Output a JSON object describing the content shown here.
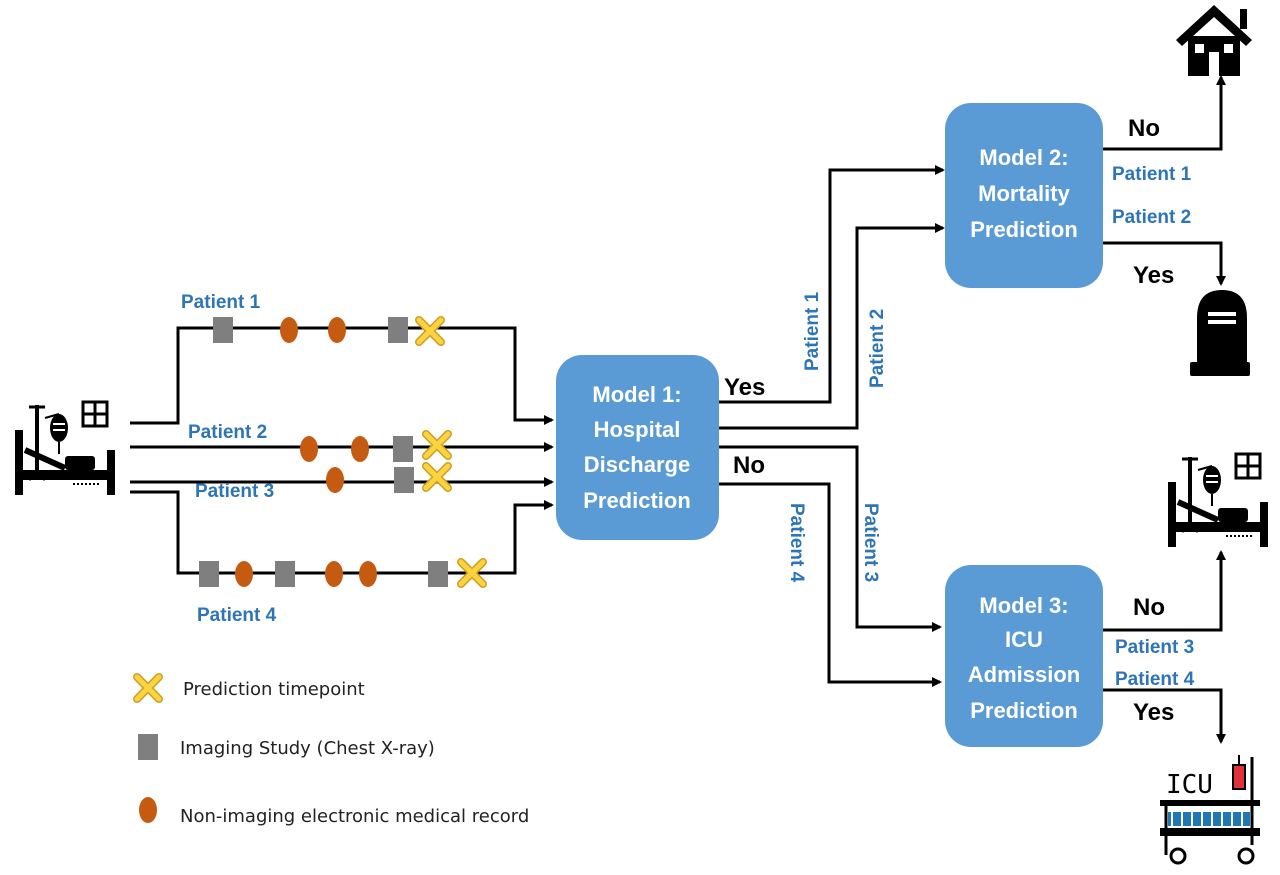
{
  "patients": {
    "p1": "Patient 1",
    "p2": "Patient 2",
    "p3": "Patient 3",
    "p4": "Patient 4"
  },
  "models": {
    "m1": [
      "Model 1:",
      "Hospital",
      "Discharge",
      "Prediction"
    ],
    "m2": [
      "Model 2:",
      "Mortality",
      "Prediction"
    ],
    "m3": [
      "Model 3:",
      "ICU",
      "Admission",
      "Prediction"
    ]
  },
  "decisions": {
    "yes": "Yes",
    "no": "No"
  },
  "legend": {
    "prediction": "Prediction timepoint",
    "imaging": "Imaging Study (Chest X-ray)",
    "nonimaging": "Non-imaging electronic medical record"
  },
  "icu_sign": "ICU",
  "icons": {
    "source": "hospital-bed-icon",
    "home": "house-icon",
    "death": "tombstone-icon",
    "hospital": "hospital-bed-icon",
    "icu": "icu-bed-icon"
  },
  "colors": {
    "model_box": "#5b9bd5",
    "patient_label": "#2e75b6",
    "imaging": "#7f7f7f",
    "nonimaging": "#c55a11",
    "prediction": "#ffc000"
  }
}
